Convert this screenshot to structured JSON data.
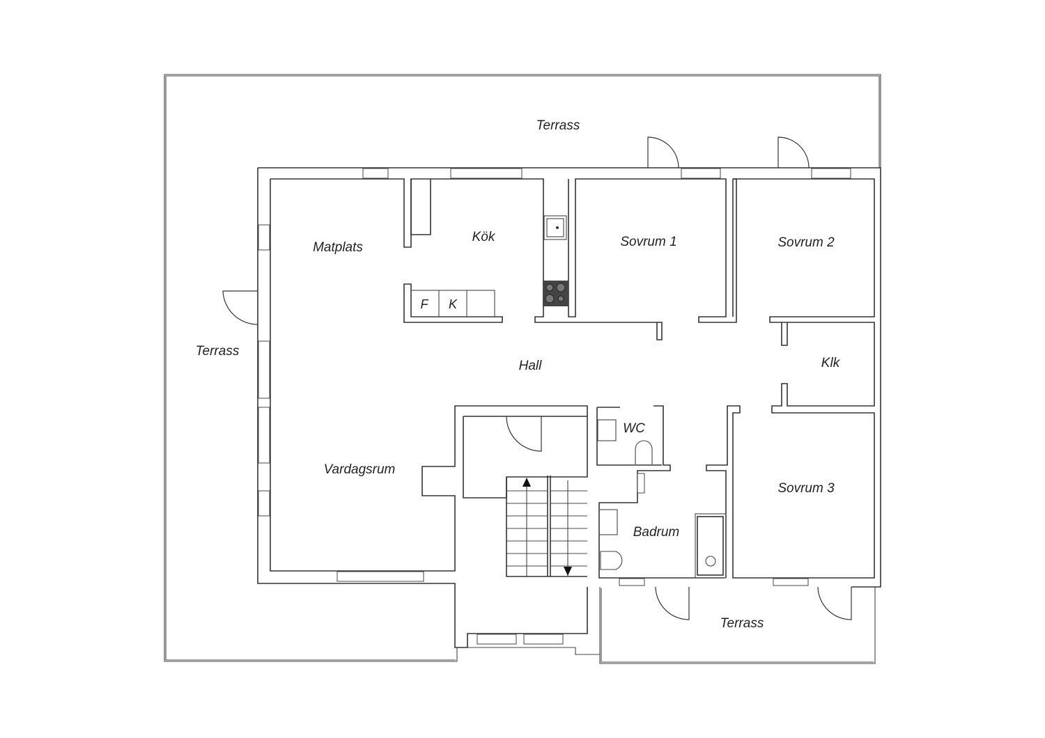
{
  "labels": {
    "terrace_top": "Terrass",
    "terrace_left": "Terrass",
    "terrace_bottom": "Terrass",
    "dining": "Matplats",
    "kitchen": "Kök",
    "bedroom1": "Sovrum 1",
    "bedroom2": "Sovrum 2",
    "closet": "Klk",
    "hall": "Hall",
    "wc": "WC",
    "living": "Vardagsrum",
    "bathroom": "Badrum",
    "bedroom3": "Sovrum 3",
    "fridge": "F",
    "freezer": "K"
  },
  "colors": {
    "line": "#333333",
    "stove": "#444444"
  }
}
